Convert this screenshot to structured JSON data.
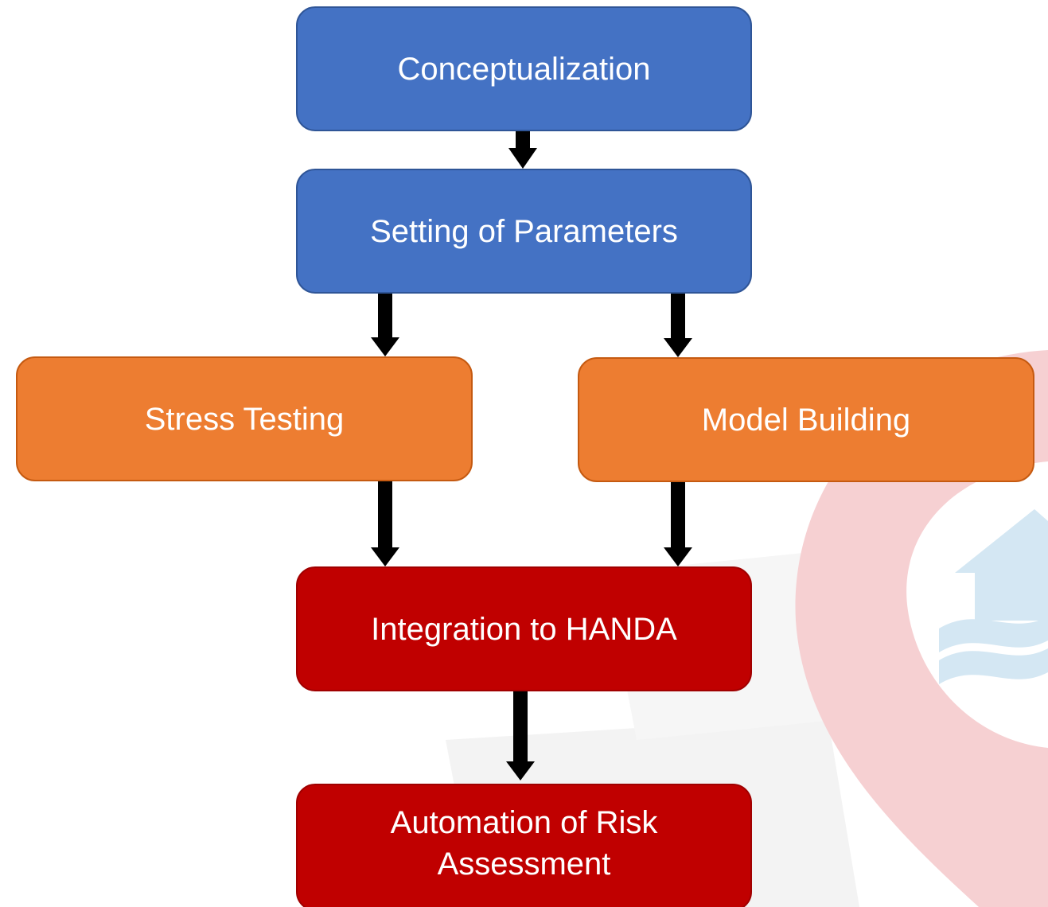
{
  "diagram": {
    "nodes": {
      "conceptualization": "Conceptualization",
      "setting_parameters": "Setting of Parameters",
      "stress_testing": "Stress Testing",
      "model_building": "Model Building",
      "integration": "Integration to HANDA",
      "automation": "Automation of Risk Assessment"
    },
    "edges": [
      [
        "conceptualization",
        "setting_parameters"
      ],
      [
        "setting_parameters",
        "stress_testing"
      ],
      [
        "setting_parameters",
        "model_building"
      ],
      [
        "stress_testing",
        "integration"
      ],
      [
        "model_building",
        "integration"
      ],
      [
        "integration",
        "automation"
      ]
    ]
  },
  "colors": {
    "blue": "#4472c4",
    "orange": "#ed7d31",
    "red": "#c00000",
    "arrow": "#000000",
    "watermark_pin": "#f6d0d2",
    "watermark_house": "#d4e7f3",
    "watermark_tile": "#f3f3f3"
  },
  "watermark": {
    "icon": "location-pin-house-flood-logo"
  }
}
